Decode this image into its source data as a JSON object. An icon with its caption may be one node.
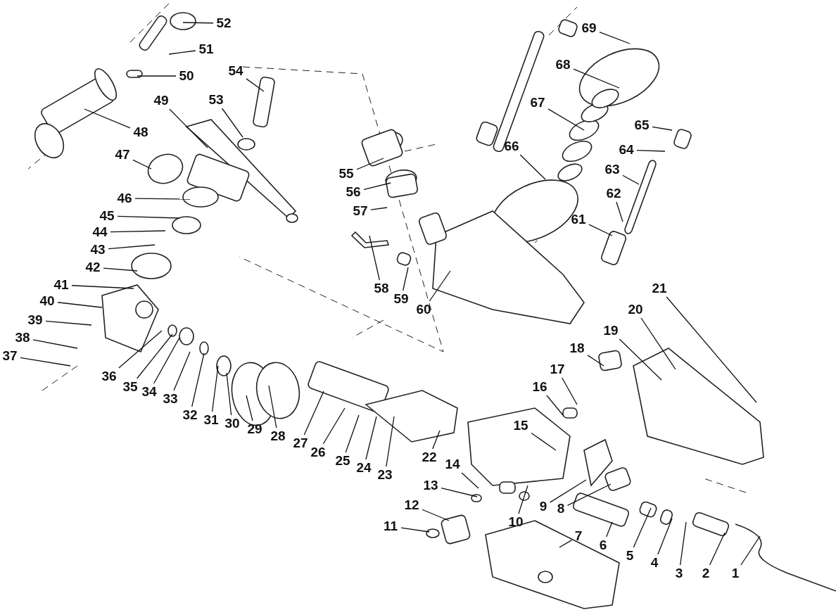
{
  "diagram": {
    "nodes": [
      {
        "text": [
          "1"
        ]
      },
      {
        "text": [
          "2"
        ]
      },
      {
        "text": [
          "3"
        ]
      },
      {
        "text": [
          "4"
        ]
      },
      {
        "text": [
          "5"
        ]
      },
      {
        "text": [
          "6"
        ]
      },
      {
        "text": [
          "7"
        ]
      },
      {
        "text": [
          "8"
        ]
      },
      {
        "text": [
          "9"
        ]
      },
      {
        "text": [
          "10"
        ]
      },
      {
        "text": [
          "11"
        ]
      },
      {
        "text": [
          "12"
        ]
      },
      {
        "text": [
          "13"
        ]
      },
      {
        "text": [
          "14"
        ]
      },
      {
        "text": [
          "15"
        ]
      },
      {
        "text": [
          "16"
        ]
      },
      {
        "text": [
          "17"
        ]
      },
      {
        "text": [
          "18"
        ]
      },
      {
        "text": [
          "19"
        ]
      },
      {
        "text": [
          "20"
        ]
      },
      {
        "text": [
          "21"
        ]
      },
      {
        "text": [
          "22"
        ]
      },
      {
        "text": [
          "23"
        ]
      },
      {
        "text": [
          "24"
        ]
      },
      {
        "text": [
          "25"
        ]
      },
      {
        "text": [
          "26"
        ]
      },
      {
        "text": [
          "27"
        ]
      },
      {
        "text": [
          "28"
        ]
      },
      {
        "text": [
          "29"
        ]
      },
      {
        "text": [
          "30"
        ]
      },
      {
        "text": [
          "31"
        ]
      },
      {
        "text": [
          "32"
        ]
      },
      {
        "text": [
          "33"
        ]
      },
      {
        "text": [
          "34"
        ]
      },
      {
        "text": [
          "35"
        ]
      },
      {
        "text": [
          "36"
        ]
      },
      {
        "text": [
          "37"
        ]
      },
      {
        "text": [
          "38"
        ]
      },
      {
        "text": [
          "39"
        ]
      },
      {
        "text": [
          "40"
        ]
      },
      {
        "text": [
          "41"
        ]
      },
      {
        "text": [
          "42"
        ]
      },
      {
        "text": [
          "43"
        ]
      },
      {
        "text": [
          "44"
        ]
      },
      {
        "text": [
          "45"
        ]
      },
      {
        "text": [
          "46"
        ]
      },
      {
        "text": [
          "47"
        ]
      },
      {
        "text": [
          "48"
        ]
      },
      {
        "text": [
          "49"
        ]
      },
      {
        "text": [
          "50"
        ]
      },
      {
        "text": [
          "51"
        ]
      },
      {
        "text": [
          "52"
        ]
      },
      {
        "text": [
          "53"
        ]
      },
      {
        "text": [
          "54"
        ]
      },
      {
        "text": [
          "55"
        ]
      },
      {
        "text": [
          "56"
        ]
      },
      {
        "text": [
          "57"
        ]
      },
      {
        "text": [
          "58"
        ]
      },
      {
        "text": [
          "59"
        ]
      },
      {
        "text": [
          "60"
        ]
      },
      {
        "text": [
          "61"
        ]
      },
      {
        "text": [
          "62"
        ]
      },
      {
        "text": [
          "63"
        ]
      },
      {
        "text": [
          "64"
        ]
      },
      {
        "text": [
          "65"
        ]
      },
      {
        "text": [
          "66"
        ]
      },
      {
        "text": [
          "67"
        ]
      },
      {
        "text": [
          "68"
        ]
      },
      {
        "text": [
          "69"
        ]
      }
    ],
    "edges": [
      {
        "from": 0,
        "to": null,
        "arrow": "none"
      },
      {
        "from": 1,
        "to": null,
        "arrow": "none"
      },
      {
        "from": 2,
        "to": null,
        "arrow": "none"
      },
      {
        "from": 3,
        "to": null,
        "arrow": "none"
      },
      {
        "from": 4,
        "to": null,
        "arrow": "none"
      },
      {
        "from": 5,
        "to": null,
        "arrow": "none"
      },
      {
        "from": 6,
        "to": null,
        "arrow": "none"
      },
      {
        "from": 7,
        "to": null,
        "arrow": "none"
      },
      {
        "from": 8,
        "to": null,
        "arrow": "none"
      },
      {
        "from": 9,
        "to": null,
        "arrow": "none"
      },
      {
        "from": 10,
        "to": null,
        "arrow": "none"
      },
      {
        "from": 11,
        "to": null,
        "arrow": "none"
      },
      {
        "from": 12,
        "to": null,
        "arrow": "none"
      },
      {
        "from": 13,
        "to": null,
        "arrow": "none"
      },
      {
        "from": 14,
        "to": null,
        "arrow": "none"
      },
      {
        "from": 15,
        "to": null,
        "arrow": "none"
      },
      {
        "from": 16,
        "to": null,
        "arrow": "none"
      },
      {
        "from": 17,
        "to": null,
        "arrow": "none"
      },
      {
        "from": 18,
        "to": null,
        "arrow": "none"
      },
      {
        "from": 19,
        "to": null,
        "arrow": "none"
      },
      {
        "from": 20,
        "to": null,
        "arrow": "none"
      },
      {
        "from": 21,
        "to": null,
        "arrow": "none"
      },
      {
        "from": 22,
        "to": null,
        "arrow": "none"
      },
      {
        "from": 23,
        "to": null,
        "arrow": "none"
      },
      {
        "from": 24,
        "to": null,
        "arrow": "none"
      },
      {
        "from": 25,
        "to": null,
        "arrow": "none"
      },
      {
        "from": 26,
        "to": null,
        "arrow": "none"
      },
      {
        "from": 27,
        "to": null,
        "arrow": "none"
      },
      {
        "from": 28,
        "to": null,
        "arrow": "none"
      },
      {
        "from": 29,
        "to": null,
        "arrow": "none"
      },
      {
        "from": 30,
        "to": null,
        "arrow": "none"
      },
      {
        "from": 31,
        "to": null,
        "arrow": "none"
      },
      {
        "from": 32,
        "to": null,
        "arrow": "none"
      },
      {
        "from": 33,
        "to": null,
        "arrow": "none"
      },
      {
        "from": 34,
        "to": null,
        "arrow": "none"
      },
      {
        "from": 35,
        "to": null,
        "arrow": "none"
      },
      {
        "from": 36,
        "to": null,
        "arrow": "none"
      },
      {
        "from": 37,
        "to": null,
        "arrow": "none"
      },
      {
        "from": 38,
        "to": null,
        "arrow": "none"
      },
      {
        "from": 39,
        "to": null,
        "arrow": "none"
      },
      {
        "from": 40,
        "to": null,
        "arrow": "none"
      },
      {
        "from": 41,
        "to": null,
        "arrow": "none"
      },
      {
        "from": 42,
        "to": null,
        "arrow": "none"
      },
      {
        "from": 43,
        "to": null,
        "arrow": "none"
      },
      {
        "from": 44,
        "to": null,
        "arrow": "none"
      },
      {
        "from": 45,
        "to": null,
        "arrow": "none"
      },
      {
        "from": 46,
        "to": null,
        "arrow": "none"
      },
      {
        "from": 47,
        "to": null,
        "arrow": "none"
      },
      {
        "from": 48,
        "to": null,
        "arrow": "none"
      },
      {
        "from": 49,
        "to": null,
        "arrow": "none"
      },
      {
        "from": 50,
        "to": null,
        "arrow": "none"
      },
      {
        "from": 51,
        "to": null,
        "arrow": "none"
      },
      {
        "from": 52,
        "to": null,
        "arrow": "none"
      },
      {
        "from": 53,
        "to": null,
        "arrow": "none"
      },
      {
        "from": 54,
        "to": null,
        "arrow": "none"
      },
      {
        "from": 55,
        "to": null,
        "arrow": "none"
      },
      {
        "from": 56,
        "to": null,
        "arrow": "none"
      },
      {
        "from": 57,
        "to": null,
        "arrow": "none"
      },
      {
        "from": 58,
        "to": null,
        "arrow": "none"
      },
      {
        "from": 59,
        "to": null,
        "arrow": "none"
      },
      {
        "from": 60,
        "to": null,
        "arrow": "none"
      },
      {
        "from": 61,
        "to": null,
        "arrow": "none"
      },
      {
        "from": 62,
        "to": null,
        "arrow": "none"
      },
      {
        "from": 63,
        "to": null,
        "arrow": "none"
      },
      {
        "from": 64,
        "to": null,
        "arrow": "none"
      },
      {
        "from": 65,
        "to": null,
        "arrow": "none"
      },
      {
        "from": 66,
        "to": null,
        "arrow": "none"
      },
      {
        "from": 67,
        "to": null,
        "arrow": "none"
      },
      {
        "from": 68,
        "to": null,
        "arrow": "none"
      }
    ]
  }
}
